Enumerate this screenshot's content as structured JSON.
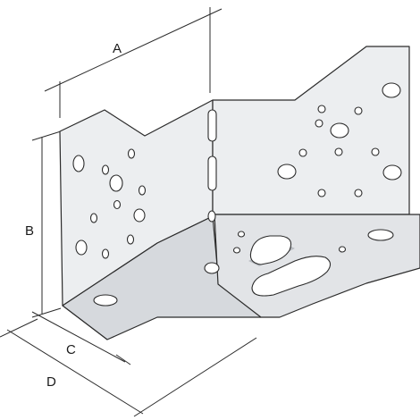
{
  "dimensions": {
    "a": "A",
    "b": "B",
    "c": "C",
    "d": "D"
  },
  "colors": {
    "plate": "#e2e4e7",
    "outline": "#2b2b2b",
    "background": "#ffffff"
  }
}
